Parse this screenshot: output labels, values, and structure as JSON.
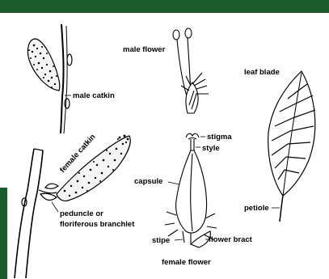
{
  "colors": {
    "frame_green": "#1d5a2b",
    "ink": "#000000",
    "background": "#ffffff"
  },
  "labels": {
    "male_catkin": "male catkin",
    "male_flower": "male flower",
    "leaf_blade": "leaf blade",
    "female_catkin": "female catkin",
    "peduncle_line1": "peduncle or",
    "peduncle_line2": "floriferous branchlet",
    "stigma": "stigma",
    "style": "style",
    "capsule": "capsule",
    "petiole": "petiole",
    "stipe": "stipe",
    "flower_bract": "flower bract",
    "female_flower": "female flower"
  }
}
